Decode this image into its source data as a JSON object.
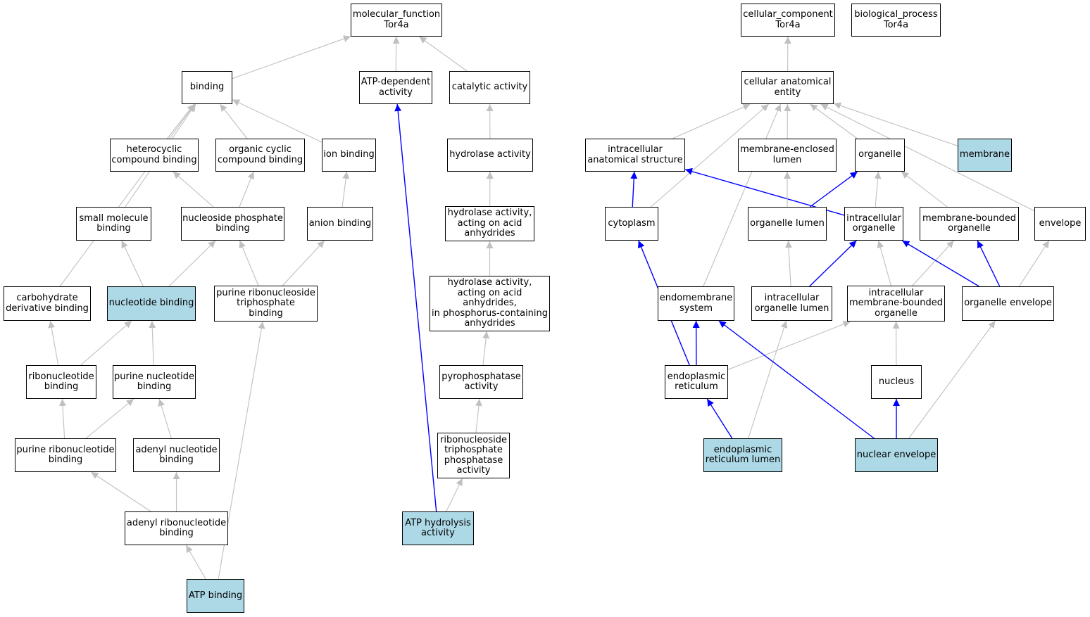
{
  "colors": {
    "highlight_fill": "#add8e6",
    "ontology_edge": "#c0c0c0",
    "annotation_edge": "#0000ff"
  },
  "nodes": {
    "mf": {
      "label": "molecular_function\nTor4a",
      "highlight": false
    },
    "cc": {
      "label": "cellular_component\nTor4a",
      "highlight": false
    },
    "bp": {
      "label": "biological_process\nTor4a",
      "highlight": false
    },
    "binding": {
      "label": "binding",
      "highlight": false
    },
    "atpdep": {
      "label": "ATP-dependent\nactivity",
      "highlight": false
    },
    "catalytic": {
      "label": "catalytic activity",
      "highlight": false
    },
    "hetero": {
      "label": "heterocyclic\ncompound binding",
      "highlight": false
    },
    "orgcyc": {
      "label": "organic cyclic\ncompound binding",
      "highlight": false
    },
    "ion": {
      "label": "ion binding",
      "highlight": false
    },
    "hydrolase": {
      "label": "hydrolase activity",
      "highlight": false
    },
    "smallmol": {
      "label": "small molecule\nbinding",
      "highlight": false
    },
    "nucphos": {
      "label": "nucleoside phosphate\nbinding",
      "highlight": false
    },
    "anion": {
      "label": "anion binding",
      "highlight": false
    },
    "hydacid": {
      "label": "hydrolase activity,\nacting on acid\nanhydrides",
      "highlight": false
    },
    "carbo": {
      "label": "carbohydrate\nderivative binding",
      "highlight": false
    },
    "nucleotide": {
      "label": "nucleotide binding",
      "highlight": true
    },
    "purribotri": {
      "label": "purine ribonucleoside\ntriphosphate\nbinding",
      "highlight": false
    },
    "hydphos": {
      "label": "hydrolase activity,\nacting on acid\nanhydrides,\nin phosphorus-containing\nanhydrides",
      "highlight": false
    },
    "ribonuc": {
      "label": "ribonucleotide\nbinding",
      "highlight": false
    },
    "purnuc": {
      "label": "purine nucleotide\nbinding",
      "highlight": false
    },
    "pyrophos": {
      "label": "pyrophosphatase\nactivity",
      "highlight": false
    },
    "purribo": {
      "label": "purine ribonucleotide\nbinding",
      "highlight": false
    },
    "adenylnuc": {
      "label": "adenyl nucleotide\nbinding",
      "highlight": false
    },
    "ribotriphos": {
      "label": "ribonucleoside\ntriphosphate\nphosphatase\nactivity",
      "highlight": false
    },
    "adenylribo": {
      "label": "adenyl ribonucleotide\nbinding",
      "highlight": false
    },
    "atphyd": {
      "label": "ATP hydrolysis\nactivity",
      "highlight": true
    },
    "atpbind": {
      "label": "ATP binding",
      "highlight": true
    },
    "cae": {
      "label": "cellular anatomical\nentity",
      "highlight": false
    },
    "ias": {
      "label": "intracellular\nanatomical structure",
      "highlight": false
    },
    "mel": {
      "label": "membrane-enclosed\nlumen",
      "highlight": false
    },
    "organelle": {
      "label": "organelle",
      "highlight": false
    },
    "membrane": {
      "label": "membrane",
      "highlight": true
    },
    "cytoplasm": {
      "label": "cytoplasm",
      "highlight": false
    },
    "orglumen": {
      "label": "organelle lumen",
      "highlight": false
    },
    "intorg": {
      "label": "intracellular\norganelle",
      "highlight": false
    },
    "mbo": {
      "label": "membrane-bounded\norganelle",
      "highlight": false
    },
    "envelope": {
      "label": "envelope",
      "highlight": false
    },
    "endomem": {
      "label": "endomembrane\nsystem",
      "highlight": false
    },
    "intorglumen": {
      "label": "intracellular\norganelle lumen",
      "highlight": false
    },
    "imbo": {
      "label": "intracellular\nmembrane-bounded\norganelle",
      "highlight": false
    },
    "orgenv": {
      "label": "organelle envelope",
      "highlight": false
    },
    "er": {
      "label": "endoplasmic\nreticulum",
      "highlight": false
    },
    "nucleus": {
      "label": "nucleus",
      "highlight": false
    },
    "erlumen": {
      "label": "endoplasmic\nreticulum lumen",
      "highlight": true
    },
    "nucenv": {
      "label": "nuclear envelope",
      "highlight": true
    }
  },
  "edges": [
    {
      "from": "binding",
      "to": "mf",
      "type": "is_a"
    },
    {
      "from": "atpdep",
      "to": "mf",
      "type": "is_a"
    },
    {
      "from": "catalytic",
      "to": "mf",
      "type": "is_a"
    },
    {
      "from": "hetero",
      "to": "binding",
      "type": "is_a"
    },
    {
      "from": "orgcyc",
      "to": "binding",
      "type": "is_a"
    },
    {
      "from": "ion",
      "to": "binding",
      "type": "is_a"
    },
    {
      "from": "smallmol",
      "to": "binding",
      "type": "is_a"
    },
    {
      "from": "carbo",
      "to": "binding",
      "type": "is_a"
    },
    {
      "from": "hydrolase",
      "to": "catalytic",
      "type": "is_a"
    },
    {
      "from": "nucphos",
      "to": "hetero",
      "type": "is_a"
    },
    {
      "from": "nucphos",
      "to": "orgcyc",
      "type": "is_a"
    },
    {
      "from": "anion",
      "to": "ion",
      "type": "is_a"
    },
    {
      "from": "hydacid",
      "to": "hydrolase",
      "type": "is_a"
    },
    {
      "from": "nucleotide",
      "to": "smallmol",
      "type": "is_a"
    },
    {
      "from": "nucleotide",
      "to": "nucphos",
      "type": "is_a"
    },
    {
      "from": "purribotri",
      "to": "nucphos",
      "type": "is_a"
    },
    {
      "from": "purribotri",
      "to": "anion",
      "type": "is_a"
    },
    {
      "from": "hydphos",
      "to": "hydacid",
      "type": "is_a"
    },
    {
      "from": "ribonuc",
      "to": "carbo",
      "type": "is_a"
    },
    {
      "from": "ribonuc",
      "to": "nucleotide",
      "type": "is_a"
    },
    {
      "from": "purnuc",
      "to": "nucleotide",
      "type": "is_a"
    },
    {
      "from": "pyrophos",
      "to": "hydphos",
      "type": "is_a"
    },
    {
      "from": "purribo",
      "to": "ribonuc",
      "type": "is_a"
    },
    {
      "from": "purribo",
      "to": "purnuc",
      "type": "is_a"
    },
    {
      "from": "adenylnuc",
      "to": "purnuc",
      "type": "is_a"
    },
    {
      "from": "ribotriphos",
      "to": "pyrophos",
      "type": "is_a"
    },
    {
      "from": "adenylribo",
      "to": "purribo",
      "type": "is_a"
    },
    {
      "from": "adenylribo",
      "to": "adenylnuc",
      "type": "is_a"
    },
    {
      "from": "atphyd",
      "to": "ribotriphos",
      "type": "is_a"
    },
    {
      "from": "atphyd",
      "to": "atpdep",
      "type": "annotated"
    },
    {
      "from": "atpbind",
      "to": "adenylribo",
      "type": "is_a"
    },
    {
      "from": "atpbind",
      "to": "purribotri",
      "type": "is_a"
    },
    {
      "from": "cae",
      "to": "cc",
      "type": "is_a"
    },
    {
      "from": "ias",
      "to": "cae",
      "type": "is_a"
    },
    {
      "from": "mel",
      "to": "cae",
      "type": "is_a"
    },
    {
      "from": "organelle",
      "to": "cae",
      "type": "is_a"
    },
    {
      "from": "membrane",
      "to": "cae",
      "type": "is_a"
    },
    {
      "from": "cytoplasm",
      "to": "cae",
      "type": "is_a"
    },
    {
      "from": "envelope",
      "to": "cae",
      "type": "is_a"
    },
    {
      "from": "endomem",
      "to": "cae",
      "type": "is_a"
    },
    {
      "from": "cytoplasm",
      "to": "ias",
      "type": "annotated"
    },
    {
      "from": "intorg",
      "to": "ias",
      "type": "annotated"
    },
    {
      "from": "orglumen",
      "to": "organelle",
      "type": "annotated"
    },
    {
      "from": "orglumen",
      "to": "mel",
      "type": "is_a"
    },
    {
      "from": "intorg",
      "to": "organelle",
      "type": "is_a"
    },
    {
      "from": "mbo",
      "to": "organelle",
      "type": "is_a"
    },
    {
      "from": "intorglumen",
      "to": "orglumen",
      "type": "is_a"
    },
    {
      "from": "intorglumen",
      "to": "intorg",
      "type": "annotated"
    },
    {
      "from": "imbo",
      "to": "intorg",
      "type": "is_a"
    },
    {
      "from": "imbo",
      "to": "mbo",
      "type": "is_a"
    },
    {
      "from": "orgenv",
      "to": "intorg",
      "type": "annotated"
    },
    {
      "from": "orgenv",
      "to": "mbo",
      "type": "annotated"
    },
    {
      "from": "orgenv",
      "to": "envelope",
      "type": "is_a"
    },
    {
      "from": "er",
      "to": "cytoplasm",
      "type": "annotated"
    },
    {
      "from": "er",
      "to": "endomem",
      "type": "annotated"
    },
    {
      "from": "er",
      "to": "imbo",
      "type": "is_a"
    },
    {
      "from": "nucleus",
      "to": "imbo",
      "type": "is_a"
    },
    {
      "from": "erlumen",
      "to": "er",
      "type": "annotated"
    },
    {
      "from": "erlumen",
      "to": "intorglumen",
      "type": "is_a"
    },
    {
      "from": "nucenv",
      "to": "nucleus",
      "type": "annotated"
    },
    {
      "from": "nucenv",
      "to": "endomem",
      "type": "annotated"
    },
    {
      "from": "nucenv",
      "to": "orgenv",
      "type": "is_a"
    }
  ]
}
